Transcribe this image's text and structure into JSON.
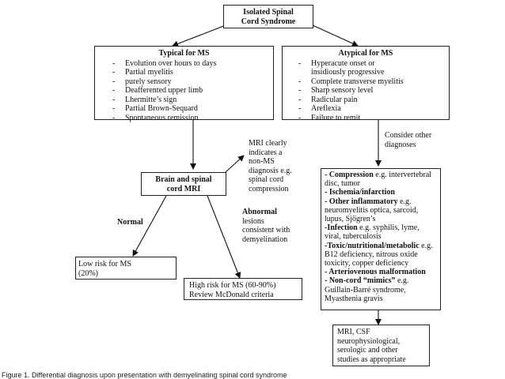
{
  "title": [
    "Isolated Spinal",
    "Cord Syndrome"
  ],
  "typical": {
    "heading": "Typical for MS",
    "items": [
      "Evolution over hours to days",
      "Partial myelitis",
      "purely sensory",
      "Deafferented upper limb",
      "Lhermitte’s sign",
      "Partial Brown-Sequard",
      "Spontaneous remission"
    ]
  },
  "atypical": {
    "heading": "Atypical for MS",
    "items": [
      "Hyperacute onset or",
      "insidiously progressive",
      "Complete transverse myelitis",
      "Sharp sensory level",
      "Radicular pain",
      "Areflexia",
      "Failure to remit"
    ]
  },
  "mri_note": [
    "MRI clearly",
    "indicates a",
    "non-MS",
    "diagnosis e.g.",
    "spinal cord",
    "compression"
  ],
  "mri_box": [
    "Brain and spinal",
    "cord MRI"
  ],
  "consider": [
    "Consider other",
    "diagnoses"
  ],
  "normal_label": "Normal",
  "abnormal": {
    "bold": "Abnormal",
    "rest": [
      "lesions",
      "consistent with",
      "demyelination"
    ]
  },
  "low_risk": [
    "Low risk for MS",
    "(20%)"
  ],
  "high_risk": [
    "High risk for MS (60-90%)",
    "Review McDonald criteria"
  ],
  "differentials": [
    {
      "bold": "- Compression",
      "text": " e.g. intervertebral disc, tumor"
    },
    {
      "bold": "- Ischemia/infarction",
      "text": ""
    },
    {
      "bold": "- Other inflammatory",
      "text": " e.g. neuromyelitis optica, sarcoid, lupus, Sjögren’s"
    },
    {
      "bold": "-Infection",
      "text": " e.g. syphilis, lyme, viral, tuberculosis"
    },
    {
      "bold": "-Toxic/nutritional/metabolic",
      "text": " e.g. B12 deficiency, nitrous oxide toxicity, copper deficiency"
    },
    {
      "bold": "- Arteriovenous malformation",
      "text": ""
    },
    {
      "bold": "- Non-cord “mimics”",
      "text": " e.g. Guillain-Barré syndrome, Myasthenia gravis"
    }
  ],
  "studies": [
    "MRI, CSF",
    "neurophysiological,",
    "serologic and other",
    "studies as appropriate"
  ],
  "caption": "Figure 1. Differential diagnosis upon presentation with demyelinating spinal cord syndrome"
}
